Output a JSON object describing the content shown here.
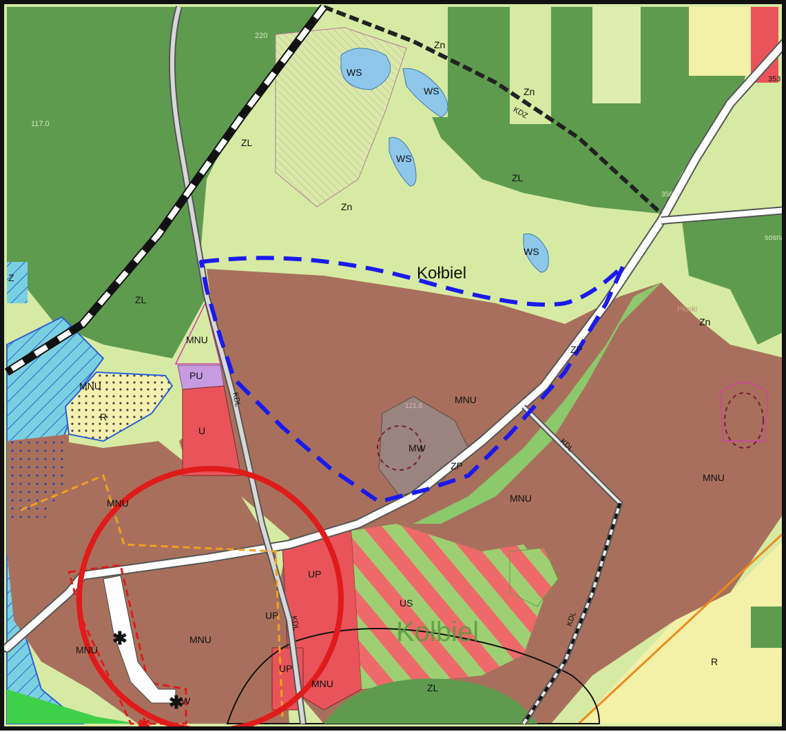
{
  "colors": {
    "forest": "#5e9b4f",
    "forest_dark": "#4d8a43",
    "meadow": "#d6eaa3",
    "residential": "#a8705c",
    "service": "#e8545a",
    "industry": "#c69be0",
    "water": "#8ec7ea",
    "highlight_blue": "#1a1aee",
    "highlight_red": "#e01b1b",
    "agri": "#f3f0a8"
  },
  "place_name": "Kołbiel",
  "place_name_large": "Kołbiel",
  "labels": {
    "zn_1": "Zn",
    "zn_2": "Zn",
    "zn_3": "Zn",
    "zn_4": "Zn",
    "ws_1": "WS",
    "ws_2": "WS",
    "ws_3": "WS",
    "ws_4": "WS",
    "zl_1": "ZL",
    "zl_2": "ZL",
    "zl_3": "ZL",
    "zl_4": "ZL",
    "kdz": "KDZ",
    "kdl_1": "KDL",
    "kdl_2": "KDL",
    "kdl_3": "KDL",
    "kdl_4": "KDL",
    "mnu_1": "MNU",
    "mnu_2": "MNU",
    "mnu_3": "MNU",
    "mnu_4": "MNU",
    "mnu_5": "MNU",
    "mnu_6": "MNU",
    "mnu_7": "MNU",
    "mnu_8": "MNU",
    "mnu_9": "MNU",
    "pu": "PU",
    "u": "U",
    "r_1": "R",
    "r_2": "R",
    "mw": "MW",
    "zp_1": "ZP",
    "zp_2": "ZP",
    "up_1": "UP",
    "up_2": "UP",
    "up_3": "UP",
    "us": "US",
    "w": "W",
    "elev_117": "117.0",
    "elev_220": "220",
    "elev_121": "121.6",
    "elev_353": "353",
    "elev_356": "356",
    "pluski": "Płuski",
    "sosn": "sosna",
    "z_mark": "Z"
  }
}
